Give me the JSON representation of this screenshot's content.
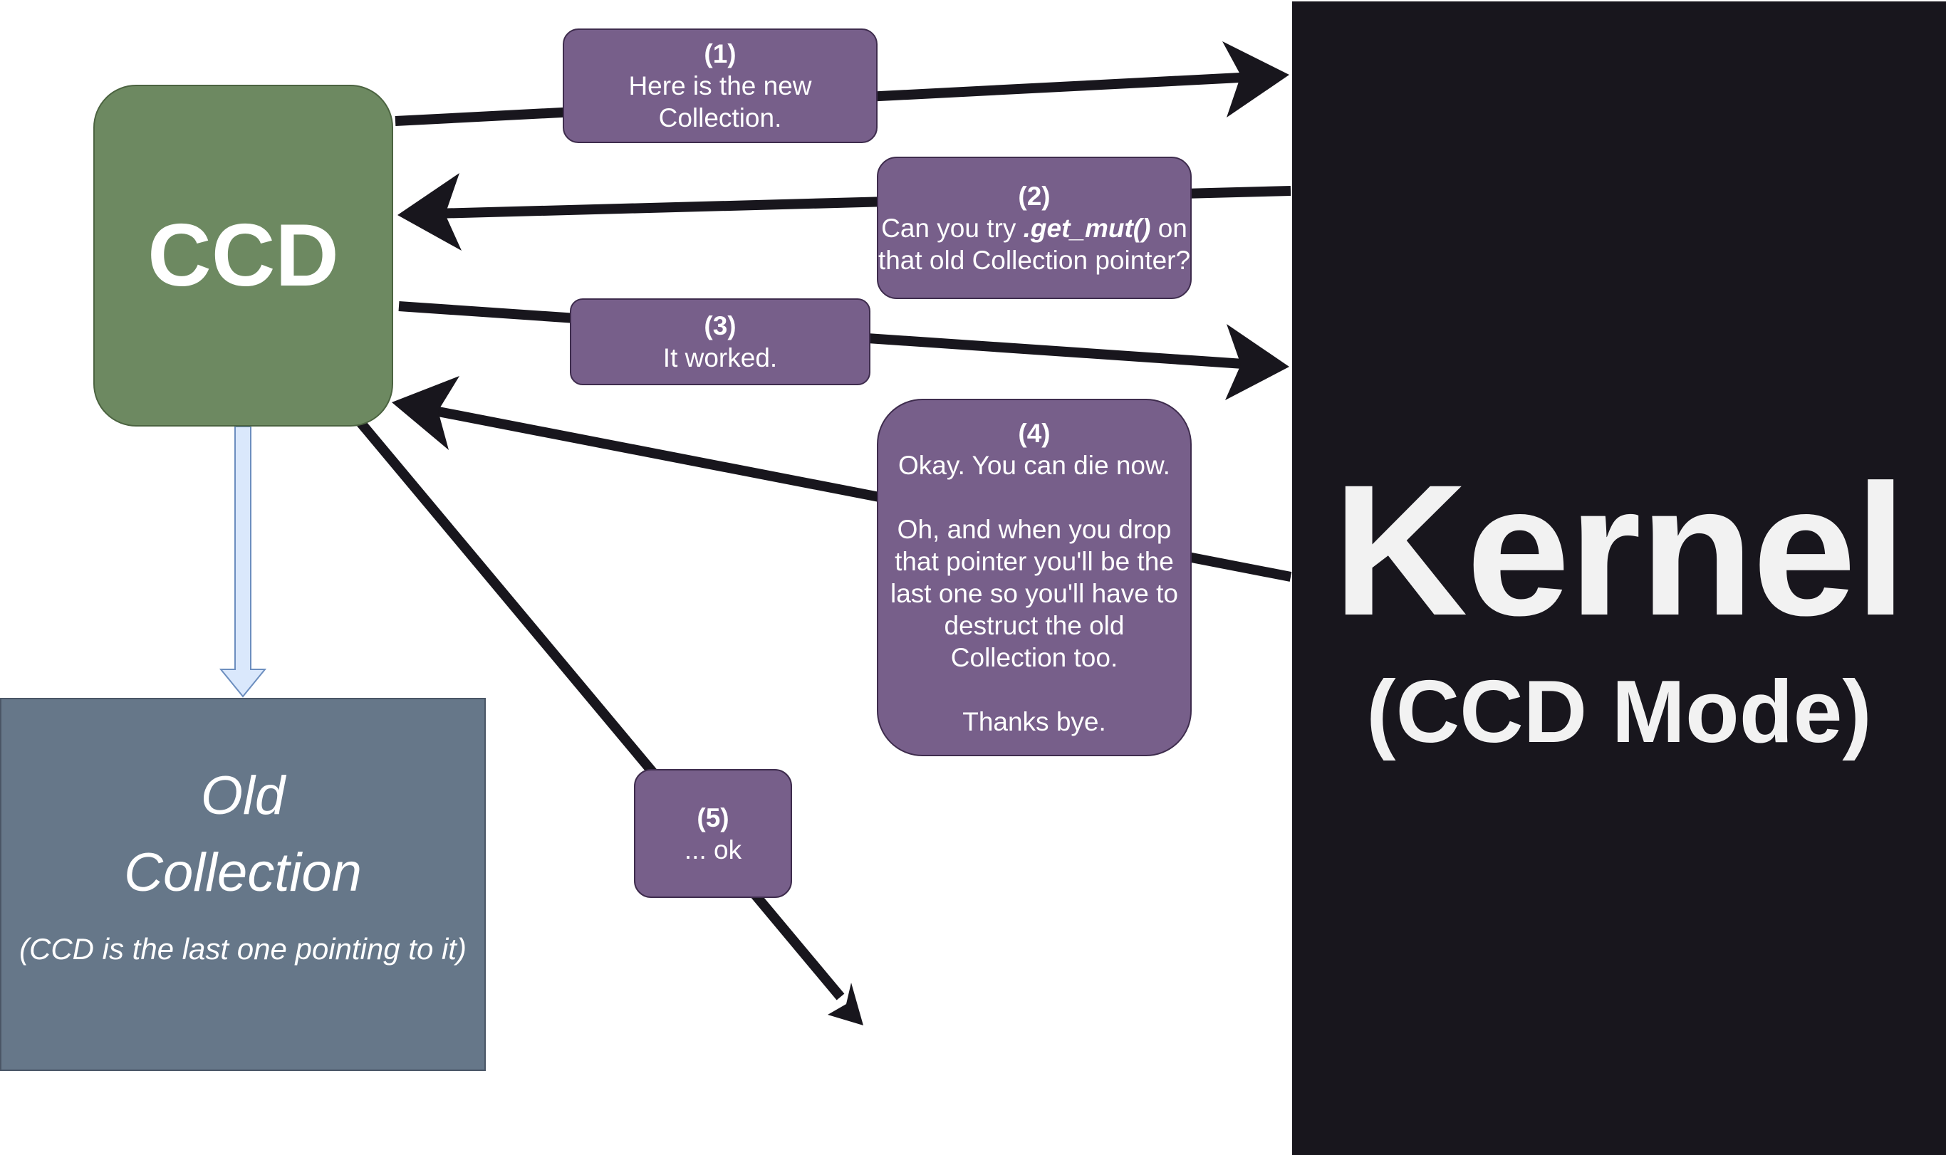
{
  "kernel": {
    "title": "Kernel",
    "subtitle": "(CCD Mode)"
  },
  "ccd": {
    "title": "CCD"
  },
  "old_collection": {
    "title_line1": "Old",
    "title_line2": "Collection",
    "note": "(CCD is the last one pointing to it)"
  },
  "messages": [
    {
      "num": "(1)",
      "lines": [
        "Here is the new",
        "Collection."
      ]
    },
    {
      "num": "(2)",
      "line1_before": "Can you try ",
      "line1_em": ".get_mut()",
      "line1_after": " on",
      "line2": "that old Collection pointer?"
    },
    {
      "num": "(3)",
      "lines": [
        "It worked."
      ]
    },
    {
      "num": "(4)",
      "lines": [
        "Okay. You can die now.",
        "",
        "Oh, and when you drop",
        "that pointer you'll be the",
        "last one so you'll have to",
        "destruct the old",
        "Collection too.",
        "",
        "Thanks bye."
      ]
    },
    {
      "num": "(5)",
      "lines": [
        "... ok"
      ]
    }
  ],
  "colors": {
    "kernel_bg": "#18161d",
    "ccd_fill": "#6d8961",
    "old_collection_fill": "#667789",
    "message_fill": "#775f8a",
    "arrow": "#18161d",
    "pointer_arrow_fill": "#dae8fc",
    "pointer_arrow_stroke": "#6c8ebf"
  }
}
